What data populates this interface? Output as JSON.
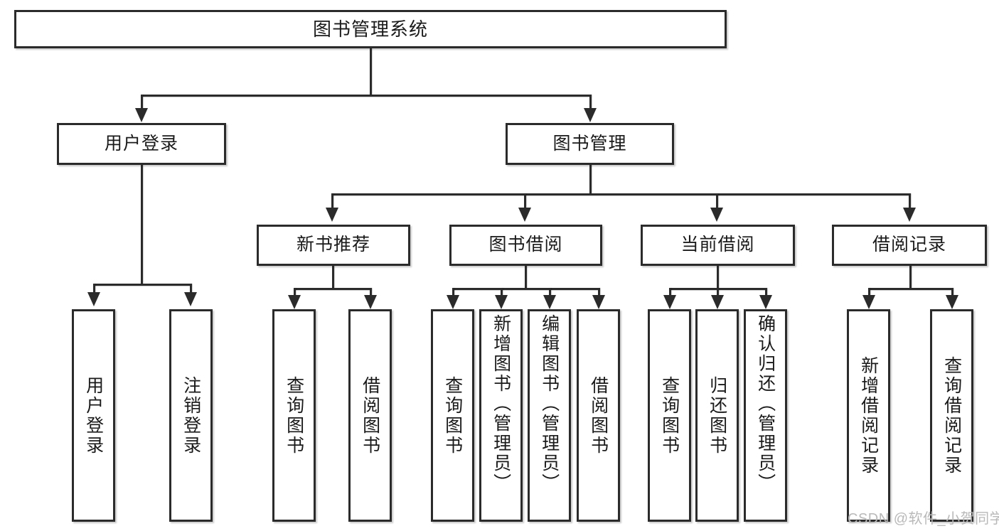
{
  "diagram": {
    "type": "tree-hierarchy-flowchart",
    "title": "图书管理系统",
    "root": {
      "id": "root",
      "label": "图书管理系统"
    },
    "level2": [
      {
        "id": "user-login",
        "label": "用户登录"
      },
      {
        "id": "book-manage",
        "label": "图书管理"
      }
    ],
    "level3": [
      {
        "id": "new-book-recommend",
        "label": "新书推荐"
      },
      {
        "id": "book-borrow",
        "label": "图书借阅"
      },
      {
        "id": "current-borrow",
        "label": "当前借阅"
      },
      {
        "id": "borrow-record",
        "label": "借阅记录"
      }
    ],
    "leaves": {
      "user_login": [
        {
          "id": "leaf-user-login",
          "label": "用户登录"
        },
        {
          "id": "leaf-logout-login",
          "label": "注销登录"
        }
      ],
      "new_book_recommend": [
        {
          "id": "leaf-query-book-1",
          "label": "查询图书"
        },
        {
          "id": "leaf-borrow-book-1",
          "label": "借阅图书"
        }
      ],
      "book_borrow": [
        {
          "id": "leaf-query-book-2",
          "label": "查询图书"
        },
        {
          "id": "leaf-add-book-admin",
          "label": "新增图书（管理员）"
        },
        {
          "id": "leaf-edit-book-admin",
          "label": "编辑图书（管理员）"
        },
        {
          "id": "leaf-borrow-book-2",
          "label": "借阅图书"
        }
      ],
      "current_borrow": [
        {
          "id": "leaf-query-book-3",
          "label": "查询图书"
        },
        {
          "id": "leaf-return-book",
          "label": "归还图书"
        },
        {
          "id": "leaf-confirm-return-admin",
          "label": "确认归还（管理员）"
        }
      ],
      "borrow_record": [
        {
          "id": "leaf-add-borrow-record",
          "label": "新增借阅记录"
        },
        {
          "id": "leaf-query-borrow-record",
          "label": "查询借阅记录"
        }
      ]
    }
  },
  "watermark": {
    "text": "CSDN @软件_小贺同学"
  },
  "colors": {
    "stroke": "#2b2b2b",
    "fill": "#ffffff",
    "text": "#1a1a1a",
    "watermark": "#b9b9b9"
  }
}
